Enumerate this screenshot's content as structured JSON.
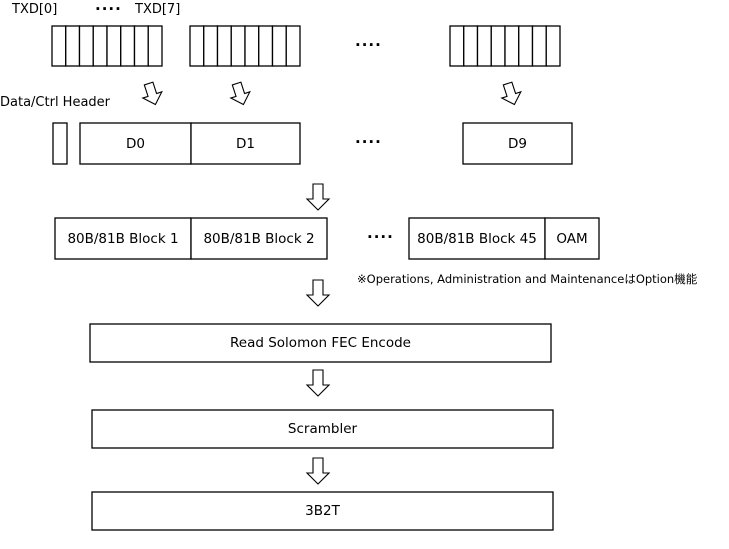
{
  "labels": {
    "txd_first": "TXD[0]",
    "txd_dots": "····",
    "txd_last": "TXD[7]",
    "header_label": "Data/Ctrl Header",
    "row_dots": "····",
    "note": "※Operations, Administration  and MaintenanceはOption機能"
  },
  "data_blocks": [
    "D0",
    "D1",
    "D9"
  ],
  "fec_blocks": [
    "80B/81B Block 1",
    "80B/81B Block 2",
    "80B/81B Block 45"
  ],
  "oam": "OAM",
  "stages": [
    "Read Solomon FEC Encode",
    "Scrambler",
    "3B2T"
  ],
  "colors": {
    "stroke": "#000000",
    "fill": "#ffffff"
  }
}
